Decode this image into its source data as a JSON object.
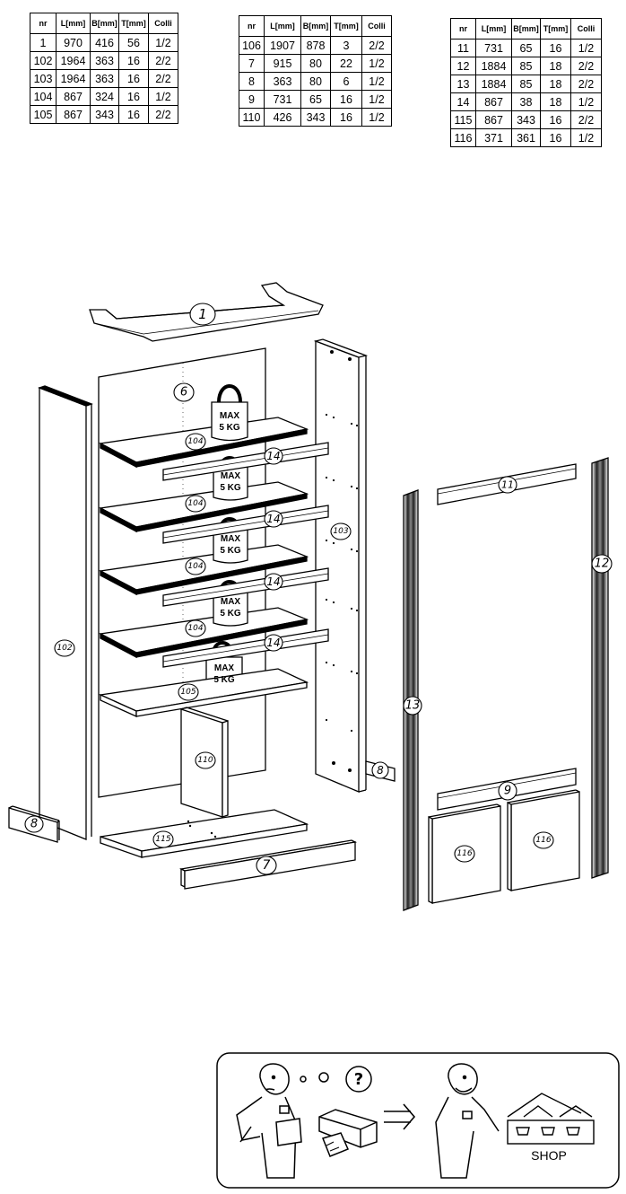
{
  "tables": [
    {
      "headers": [
        "nr",
        "L[mm]",
        "B[mm]",
        "T[mm]",
        "Colli"
      ],
      "rows": [
        [
          "1",
          "970",
          "416",
          "56",
          "1/2"
        ],
        [
          "102",
          "1964",
          "363",
          "16",
          "2/2"
        ],
        [
          "103",
          "1964",
          "363",
          "16",
          "2/2"
        ],
        [
          "104",
          "867",
          "324",
          "16",
          "1/2"
        ],
        [
          "105",
          "867",
          "343",
          "16",
          "2/2"
        ]
      ]
    },
    {
      "headers": [
        "nr",
        "L[mm]",
        "B[mm]",
        "T[mm]",
        "Colli"
      ],
      "rows": [
        [
          "106",
          "1907",
          "878",
          "3",
          "2/2"
        ],
        [
          "7",
          "915",
          "80",
          "22",
          "1/2"
        ],
        [
          "8",
          "363",
          "80",
          "6",
          "1/2"
        ],
        [
          "9",
          "731",
          "65",
          "16",
          "1/2"
        ],
        [
          "110",
          "426",
          "343",
          "16",
          "1/2"
        ]
      ]
    },
    {
      "headers": [
        "nr",
        "L[mm]",
        "B[mm]",
        "T[mm]",
        "Colli"
      ],
      "rows": [
        [
          "11",
          "731",
          "65",
          "16",
          "1/2"
        ],
        [
          "12",
          "1884",
          "85",
          "18",
          "2/2"
        ],
        [
          "13",
          "1884",
          "85",
          "18",
          "2/2"
        ],
        [
          "14",
          "867",
          "38",
          "18",
          "1/2"
        ],
        [
          "115",
          "867",
          "343",
          "16",
          "2/2"
        ],
        [
          "116",
          "371",
          "361",
          "16",
          "1/2"
        ]
      ]
    }
  ],
  "diagram": {
    "part_labels": {
      "p1": "1",
      "p6": "6",
      "p102": "102",
      "p103": "103",
      "p104a": "104",
      "p104b": "104",
      "p104c": "104",
      "p104d": "104",
      "p105": "105",
      "p14a": "14",
      "p14b": "14",
      "p14c": "14",
      "p14d": "14",
      "p110": "110",
      "p115": "115",
      "p7": "7",
      "p8a": "8",
      "p8b": "8",
      "p11": "11",
      "p12": "12",
      "p13": "13",
      "p9": "9",
      "p116a": "116",
      "p116b": "116"
    },
    "weight": {
      "line1": "MAX",
      "line2": "5 KG"
    }
  },
  "help_panel": {
    "question": "?",
    "shop": "SHOP"
  }
}
